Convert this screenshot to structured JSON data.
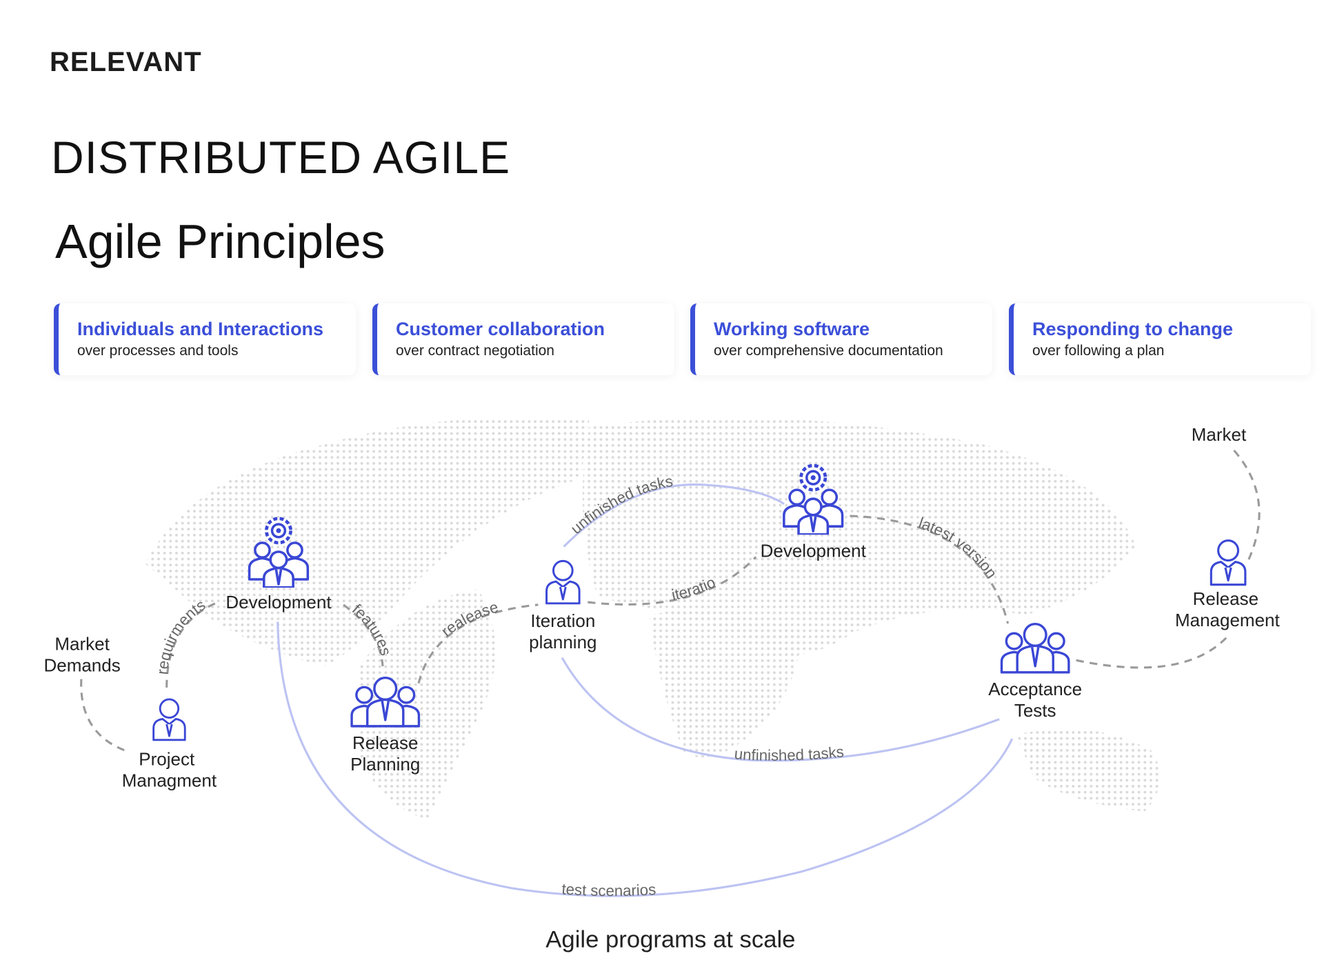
{
  "brand": "RELEVANT",
  "title": "DISTRIBUTED AGILE",
  "subtitle": "Agile Principles",
  "accent_color": "#3b4fd8",
  "principles": [
    {
      "title": "Individuals and Interactions",
      "subtitle": "over processes and tools"
    },
    {
      "title": "Customer collaboration",
      "subtitle": "over contract negotiation"
    },
    {
      "title": "Working software",
      "subtitle": "over comprehensive documentation"
    },
    {
      "title": "Responding to change",
      "subtitle": "over following a plan"
    }
  ],
  "diagram": {
    "caption": "Agile programs at scale",
    "nodes": {
      "market_demands": [
        "Market",
        "Demands"
      ],
      "project_management": [
        "Project",
        "Managment"
      ],
      "development_left": "Development",
      "release_planning": [
        "Release",
        "Planning"
      ],
      "iteration_planning": [
        "Iteration",
        "planning"
      ],
      "development_center": "Development",
      "acceptance_tests": [
        "Acceptance",
        "Tests"
      ],
      "release_management": [
        "Release",
        "Management"
      ],
      "market": "Market"
    },
    "edges": {
      "requirments": "requirments",
      "features": "features",
      "realease": "realease",
      "iteratio": "iteratio",
      "latest_version": "latest version",
      "unfinished_tasks_top": "unfinished tasks",
      "unfinished_tasks_bottom": "unfinished tasks",
      "test_scenarios": "test scenarios"
    }
  }
}
